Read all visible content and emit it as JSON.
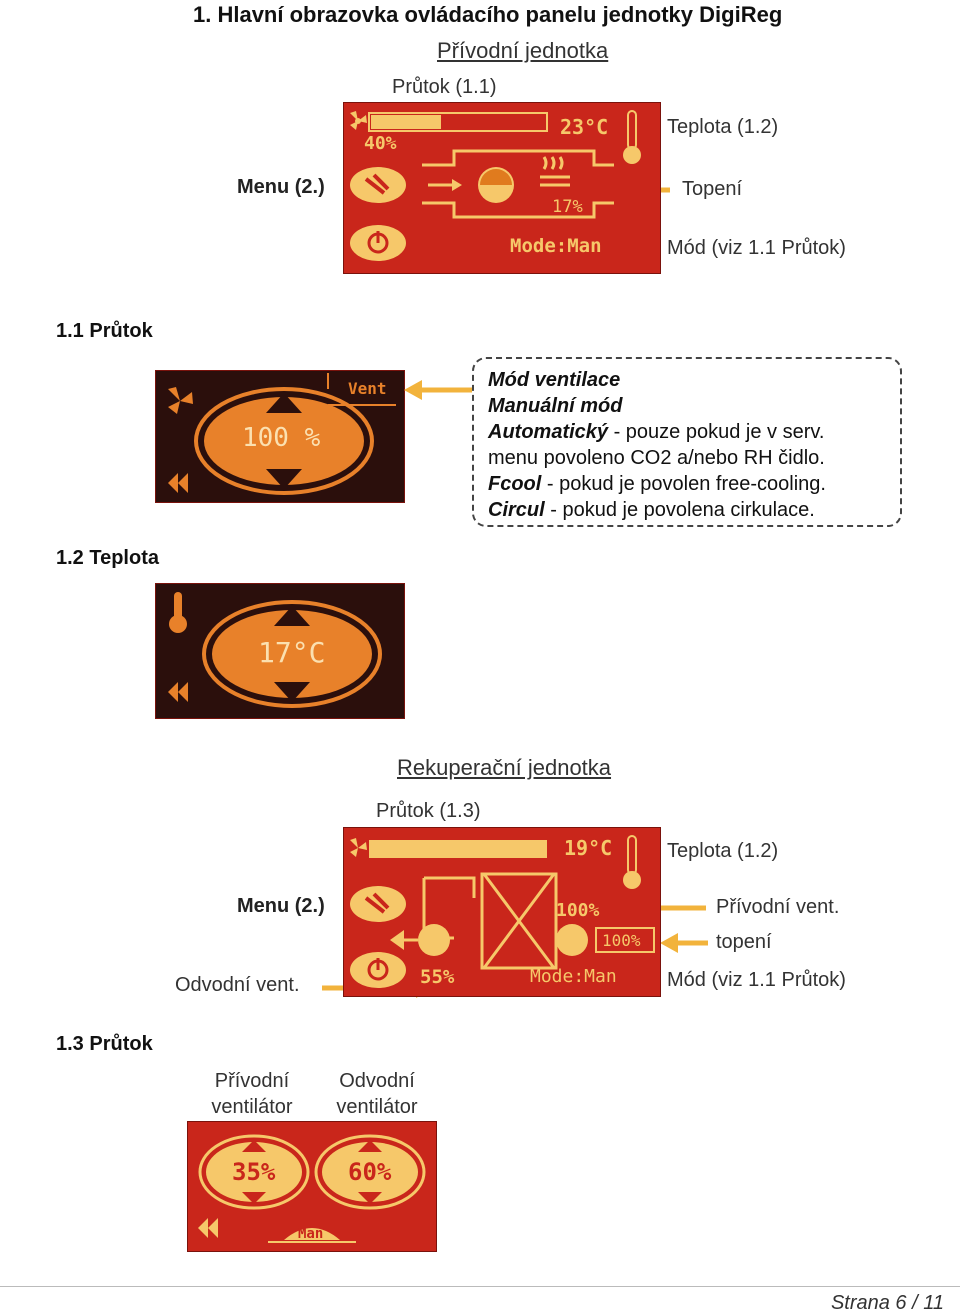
{
  "doc": {
    "title": "1. Hlavní obrazovka ovládacího panelu jednotky DigiReg",
    "supply_heading": "Přívodní jednotka",
    "recup_heading": "Rekuperační jednotka",
    "footer": "Strana 6 / 11"
  },
  "supply": {
    "label_flow": "Průtok (1.1)",
    "label_temp": "Teplota (1.2)",
    "label_menu": "Menu (2.)",
    "label_heating": "Topení",
    "label_mode": "Mód (viz 1.1 Průtok)",
    "screen": {
      "flow": "40%",
      "temp": "23°C",
      "heat": "17%",
      "mode": "Mode:Man",
      "flow_fraction": 0.4
    }
  },
  "section_1_1": {
    "heading": "1.1 Průtok",
    "screen": {
      "value": "100 %",
      "tag": "Vent"
    },
    "callout": [
      {
        "bold": "Mód ventilace",
        "text": ""
      },
      {
        "bold": "Manuální mód",
        "text": ""
      },
      {
        "bold": "Automatický",
        "text": " - pouze pokud je v serv."
      },
      {
        "bold": "",
        "text": "menu povoleno CO2 a/nebo RH čidlo."
      },
      {
        "bold": "Fcool",
        "text": "  - pokud je povolen free-cooling."
      },
      {
        "bold": "Circul",
        "text": " - pokud je povolena cirkulace."
      }
    ]
  },
  "section_1_2": {
    "heading": "1.2 Teplota",
    "screen": {
      "value": "17°C"
    }
  },
  "recup": {
    "label_flow": "Průtok (1.3)",
    "label_temp": "Teplota (1.2)",
    "label_menu": "Menu (2.)",
    "label_supply_fan": "Přívodní vent.",
    "label_heating": "topení",
    "label_exhaust": "Odvodní vent.",
    "label_mode": "Mód (viz 1.1 Průtok)",
    "screen": {
      "temp": "19°C",
      "supply": "100%",
      "heat": "100%",
      "exhaust": "55%",
      "mode": "Mode:Man"
    }
  },
  "section_1_3": {
    "heading": "1.3 Průtok",
    "col1": [
      "Přívodní",
      "ventilátor"
    ],
    "col2": [
      "Odvodní",
      "ventilátor"
    ],
    "screen": {
      "left": "35%",
      "right": "60%",
      "mode": "Man"
    }
  },
  "colors": {
    "screen_red": "#c9261b",
    "lcd_yellow": "#f6c86a",
    "lcd_orange": "#f39a2a",
    "arrow_gold": "#f2b33c"
  }
}
